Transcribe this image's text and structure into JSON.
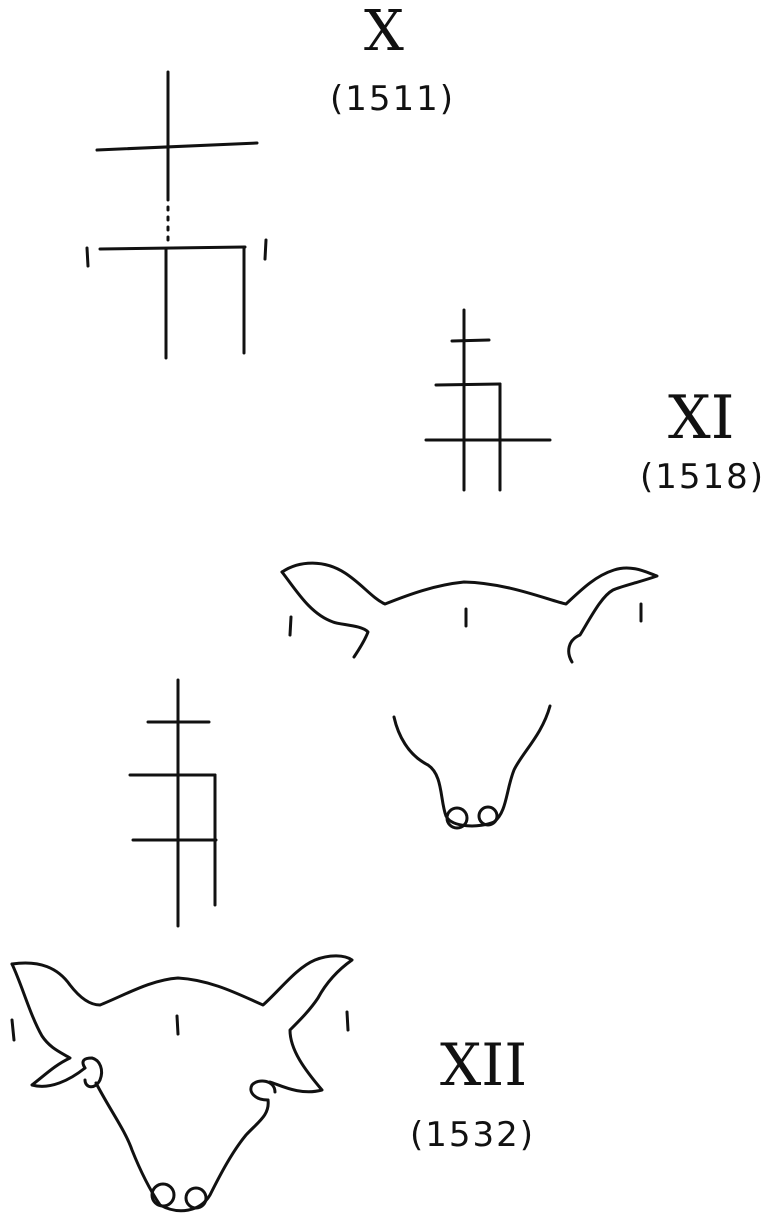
{
  "marks": [
    {
      "numeral": "X",
      "year": "(1511)"
    },
    {
      "numeral": "XI",
      "year": "(1518)"
    },
    {
      "numeral": "XII",
      "year": "(1532)"
    }
  ],
  "ink_color": "#111111"
}
